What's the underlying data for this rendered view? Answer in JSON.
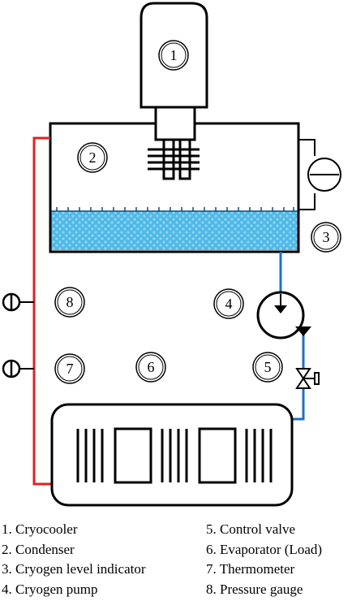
{
  "callouts": {
    "n1": "1",
    "n2": "2",
    "n3": "3",
    "n4": "4",
    "n5": "5",
    "n6": "6",
    "n7": "7",
    "n8": "8"
  },
  "legend": {
    "left": [
      "1. Cryocooler",
      "2. Condenser",
      "3. Cryogen level indicator",
      "4. Cryogen pump"
    ],
    "right": [
      "5. Control valve",
      "6. Evaporator (Load)",
      "7. Thermometer",
      "8. Pressure gauge"
    ]
  },
  "colors": {
    "hot_line": "#e02020",
    "cold_line": "#1f6fc5",
    "liquid_fill": "#4fb8e6"
  }
}
